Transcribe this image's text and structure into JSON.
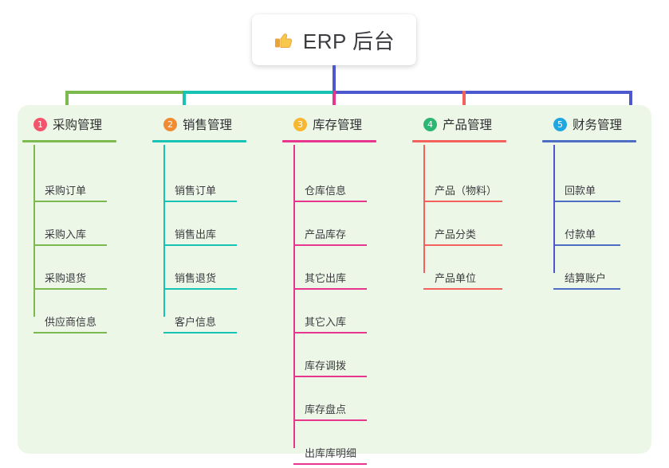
{
  "root": {
    "icon": "thumbs-up-icon",
    "emoji": "👍",
    "title": "ERP 后台"
  },
  "palette": {
    "panel_bg": "#edf7e7",
    "page_bg": "#ffffff",
    "stem": "#4d58cf",
    "bus_green": "#7cb94f",
    "bus_teal": "#17c3b2",
    "bus_blue": "#4d58cf"
  },
  "columns": [
    {
      "index": "1",
      "title": "采购管理",
      "badge_color": "#f2556b",
      "line_color": "#7cb94f",
      "drop_color": "#7cb94f",
      "rule_width": 118,
      "item_rule_width": 92,
      "items": [
        "采购订单",
        "采购入库",
        "采购退货",
        "供应商信息"
      ]
    },
    {
      "index": "2",
      "title": "销售管理",
      "badge_color": "#f08c32",
      "line_color": "#17c3b2",
      "drop_color": "#17c3b2",
      "rule_width": 118,
      "item_rule_width": 92,
      "items": [
        "销售订单",
        "销售出库",
        "销售退货",
        "客户信息"
      ]
    },
    {
      "index": "3",
      "title": "库存管理",
      "badge_color": "#f7b731",
      "line_color": "#e8368f",
      "drop_color": "#e8368f",
      "rule_width": 118,
      "item_rule_width": 92,
      "items": [
        "仓库信息",
        "产品库存",
        "其它出库",
        "其它入库",
        "库存调拨",
        "库存盘点",
        "出库库明细"
      ]
    },
    {
      "index": "4",
      "title": "产品管理",
      "badge_color": "#2bb673",
      "line_color": "#f4615c",
      "drop_color": "#f4615c",
      "rule_width": 118,
      "item_rule_width": 99,
      "items": [
        "产品（物料）",
        "产品分类",
        "产品单位"
      ]
    },
    {
      "index": "5",
      "title": "财务管理",
      "badge_color": "#1ea7e1",
      "line_color": "#4d6ec4",
      "drop_color": "#4d58cf",
      "rule_width": 118,
      "item_rule_width": 84,
      "items": [
        "回款单",
        "付款单",
        "结算账户"
      ]
    }
  ]
}
